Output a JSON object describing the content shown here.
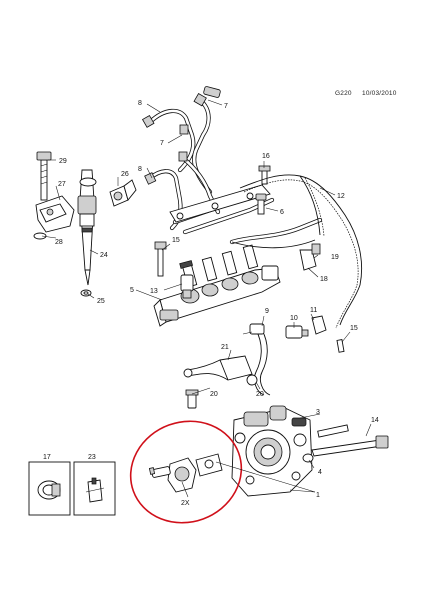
{
  "header": {
    "code": "G220",
    "date": "10/03/2010"
  },
  "callouts": {
    "c1": "1",
    "c2": "2X",
    "c3": "3",
    "c4": "4",
    "c5": "5",
    "c6": "6",
    "c7a": "7",
    "c7b": "7",
    "c8a": "8",
    "c8b": "8",
    "c9": "9",
    "c10": "10",
    "c11": "11",
    "c12": "12",
    "c13": "13",
    "c14": "14",
    "c15a": "15",
    "c15b": "15",
    "c16": "16",
    "c17": "17",
    "c18": "18",
    "c19": "19",
    "c20": "20",
    "c21": "21",
    "c23": "23",
    "c24": "24",
    "c25": "25",
    "c26": "26",
    "c27": "27",
    "c28": "28",
    "c29": "29"
  },
  "colors": {
    "line": "#111111",
    "highlight": "#d0101a",
    "background": "#ffffff"
  }
}
